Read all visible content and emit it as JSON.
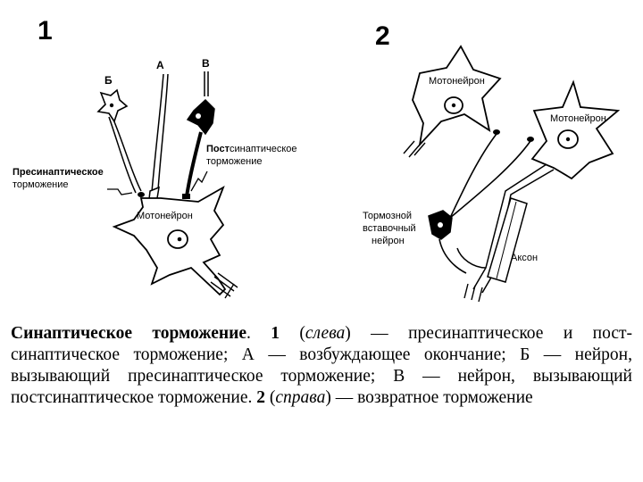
{
  "panel1": {
    "number": "1",
    "label_b": "Б",
    "label_a": "А",
    "label_v": "В",
    "motoneuron": "Мотонейрон",
    "presynaptic": [
      "Пресинаптическое",
      "торможение"
    ],
    "postsynaptic_bold": "Пост",
    "postsynaptic_rest": "синаптическое",
    "postsynaptic_line2": "торможение"
  },
  "panel2": {
    "number": "2",
    "motoneuron_top": "Мотонейрон",
    "motoneuron_right": "Мотонейрон",
    "interneuron": [
      "Тормозной",
      "вставочный",
      "нейрон"
    ],
    "axon": "Аксон"
  },
  "caption": {
    "dash": "–",
    "l1_bold": "Синаптическое торможение",
    "l1_a": ". ",
    "l1_num": "1",
    "l1_b": " (",
    "l1_it": "слева",
    "l1_c": ") — пресинаптическое и пост-",
    "l2": "синаптическое торможение; А — возбуждающее окончание; Б — нейрон,",
    "l3": "вызывающий пресинаптическое торможение; В — нейрон, вызывающий",
    "l4_a": "постсинаптическое торможение. ",
    "l4_num": "2",
    "l4_b": " (",
    "l4_it": "справа",
    "l4_c": ") — возвратное торможение"
  }
}
